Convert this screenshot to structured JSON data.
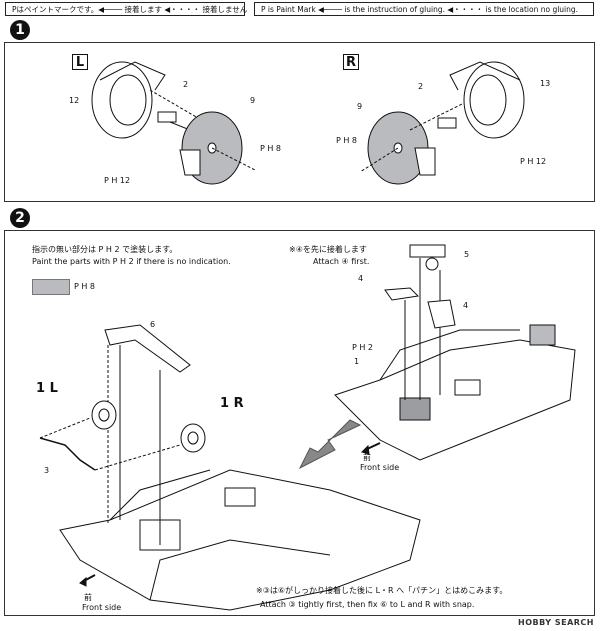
{
  "legend": {
    "jp": "Pはペイントマークです。◀──── 接着します ◀・・・・ 接着しません",
    "en": "P is Paint Mark ◀──── is the instruction of gluing. ◀・・・・ is the location no gluing."
  },
  "step1": {
    "number": "1",
    "left_label": "L",
    "right_label": "R",
    "left_parts": [
      "12",
      "2",
      "9"
    ],
    "right_parts": [
      "2",
      "13",
      "9"
    ],
    "paint_codes": [
      "P H 8",
      "P H 12"
    ]
  },
  "step2": {
    "number": "2",
    "paint_note_jp": "指示の無い部分は P H 2 で塗装します。",
    "paint_note_en": "Paint the parts with P H 2 if there is no indication.",
    "swatch_code": "P H 8",
    "attach_note_jp": "※④を先に接着します",
    "attach_note_en": "Attach ④ first.",
    "parts": [
      "5",
      "4",
      "4",
      "1",
      "6",
      "3"
    ],
    "paint_code_1": "P H 2",
    "front_side_jp": "前",
    "front_side_en": "Front side",
    "sub_left": "1 L",
    "sub_right": "1 R",
    "bottom_note_jp": "※③は⑥がしっかり接着した後に L・R へ「パチン」とはめこみます。",
    "bottom_note_en": "Attach ③ tightly first, then fix ⑥ to L and R with snap."
  },
  "watermark": "HOBBY SEARCH",
  "colors": {
    "paint_gray": "#b9bbbf",
    "ink": "#111111"
  }
}
